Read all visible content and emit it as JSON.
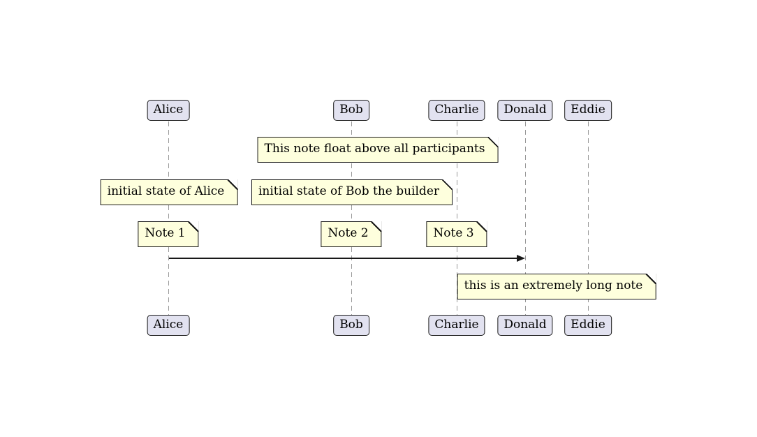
{
  "colors": {
    "page_bg": "#FFFFFF",
    "participant_fill": "#E2E2F0",
    "participant_border": "#181818",
    "note_fill": "#FEFFDD",
    "note_border": "#181818",
    "lifeline": "#999999",
    "arrow": "#181818",
    "text": "#000000"
  },
  "participants": [
    {
      "name": "Alice"
    },
    {
      "name": "Bob"
    },
    {
      "name": "Charlie"
    },
    {
      "name": "Donald"
    },
    {
      "name": "Eddie"
    }
  ],
  "notes": [
    {
      "id": "float-above",
      "text": "This note float above all participants"
    },
    {
      "id": "initial-alice",
      "text": "initial state of Alice"
    },
    {
      "id": "initial-bob",
      "text": "initial state of Bob the builder"
    },
    {
      "id": "note-1",
      "text": "Note 1"
    },
    {
      "id": "note-2",
      "text": "Note 2"
    },
    {
      "id": "note-3",
      "text": "Note 3"
    },
    {
      "id": "long-note",
      "text": "this is an extremely long note"
    }
  ],
  "message": {
    "from": "Alice",
    "to": "Donald"
  }
}
